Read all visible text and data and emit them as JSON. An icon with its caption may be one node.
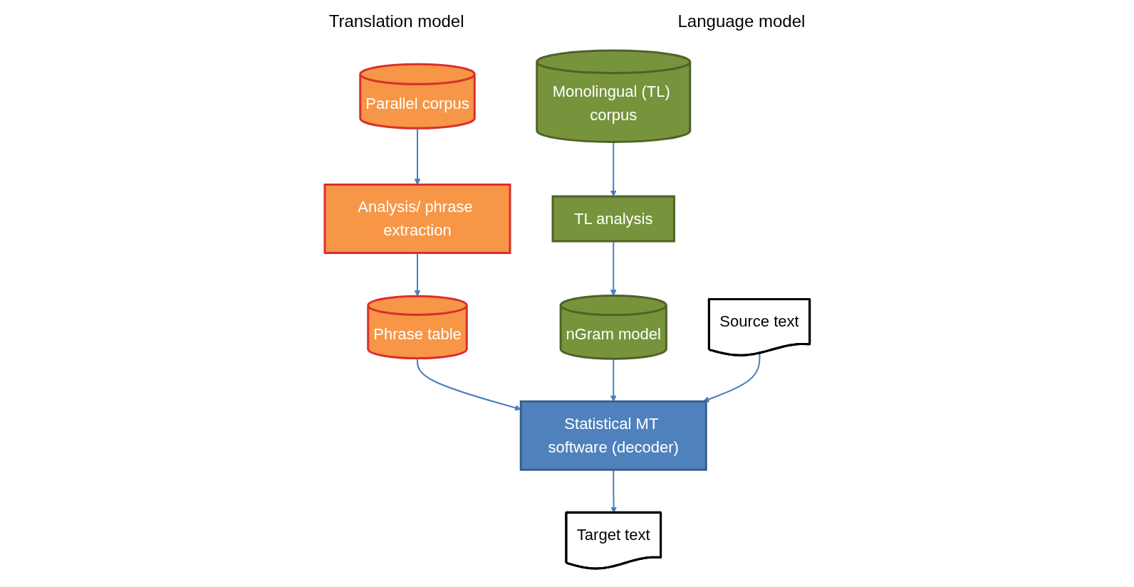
{
  "diagram": {
    "nodes": [
      {
        "text": [
          "Parallel corpus"
        ]
      },
      {
        "text": [
          "Analysis/ phrase extraction"
        ]
      },
      {
        "text": [
          "Phrase table"
        ]
      },
      {
        "text": [
          "nGram model"
        ]
      },
      {
        "text": [
          "Monolingual (TL) corpus"
        ]
      },
      {
        "text": [
          "TL analysis"
        ]
      },
      {
        "text": [
          "Source text"
        ]
      },
      {
        "text": [
          "Statistical MT software (decoder)"
        ]
      },
      {
        "text": [
          "Target text"
        ]
      }
    ],
    "edges": [
      {
        "from": 0,
        "to": 1,
        "arrow": "to"
      },
      {
        "from": 1,
        "to": 2,
        "arrow": "to"
      },
      {
        "from": 4,
        "to": 5,
        "arrow": "to"
      },
      {
        "from": 5,
        "to": 3,
        "arrow": "to"
      },
      {
        "from": 2,
        "to": 7,
        "arrow": "to"
      },
      {
        "from": 3,
        "to": 7,
        "arrow": "to"
      },
      {
        "from": 6,
        "to": 7,
        "arrow": "to"
      },
      {
        "from": 7,
        "to": 8,
        "arrow": "to"
      }
    ],
    "labels": [
      "Translation model",
      "Language model"
    ]
  }
}
